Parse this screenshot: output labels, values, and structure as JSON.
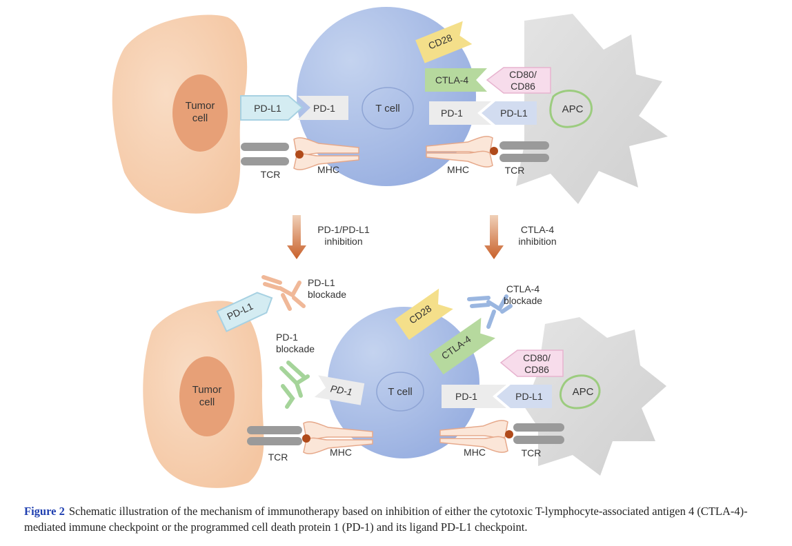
{
  "top_panel": {
    "tumor_cell": "Tumor\ncell",
    "t_cell": "T cell",
    "apc": "APC",
    "receptors": {
      "pd_l1_tumor": "PD-L1",
      "pd_1_tumor_side": "PD-1",
      "cd28": "CD28",
      "ctla_4": "CTLA-4",
      "cd80_cd86": "CD80/\nCD86",
      "pd_1_apc_side": "PD-1",
      "pd_l1_apc": "PD-L1",
      "tcr_left": "TCR",
      "mhc_left": "MHC",
      "mhc_right": "MHC",
      "tcr_right": "TCR"
    }
  },
  "arrows": {
    "left": "PD-1/PD-L1\ninhibition",
    "right": "CTLA-4\ninhibition"
  },
  "bottom_panel": {
    "tumor_cell": "Tumor\ncell",
    "t_cell": "T cell",
    "apc": "APC",
    "receptors": {
      "pd_l1_tumor": "PD-L1",
      "pd_1_tcell": "PD-1",
      "cd28": "CD28",
      "ctla_4": "CTLA-4",
      "cd80_cd86": "CD80/\nCD86",
      "pd_1_apc_side": "PD-1",
      "pd_l1_apc": "PD-L1",
      "tcr_left": "TCR",
      "mhc_left": "MHC",
      "mhc_right": "MHC",
      "tcr_right": "TCR"
    },
    "blockades": {
      "pd_l1": "PD-L1\nblockade",
      "pd_1": "PD-1\nblockade",
      "ctla_4": "CTLA-4\nblockade"
    }
  },
  "caption": {
    "label": "Figure 2",
    "text": "Schematic illustration of the mechanism of immunotherapy based on inhibition of either the cytotoxic T-lymphocyte-associated antigen 4 (CTLA-4)-mediated immune checkpoint or the programmed cell death protein 1 (PD-1) and its ligand PD-L1 checkpoint."
  },
  "colors": {
    "tumor_cell": "#f6cfae",
    "tumor_nucleus": "#e7a077",
    "t_cell": "#aabfe6",
    "apc": "#d9d9d9",
    "pd_l1": "#d4ecf2",
    "pd_1": "#ececec",
    "cd28": "#f4df8a",
    "ctla_4": "#b6d99e",
    "cd80_cd86": "#f7dceb",
    "pd_l1_apc": "#d2dcf0",
    "tcr": "#9a9a9a",
    "mhc": "#fbe6d8",
    "arrow": "#c8602a",
    "caption_label": "#1f3fb0"
  }
}
